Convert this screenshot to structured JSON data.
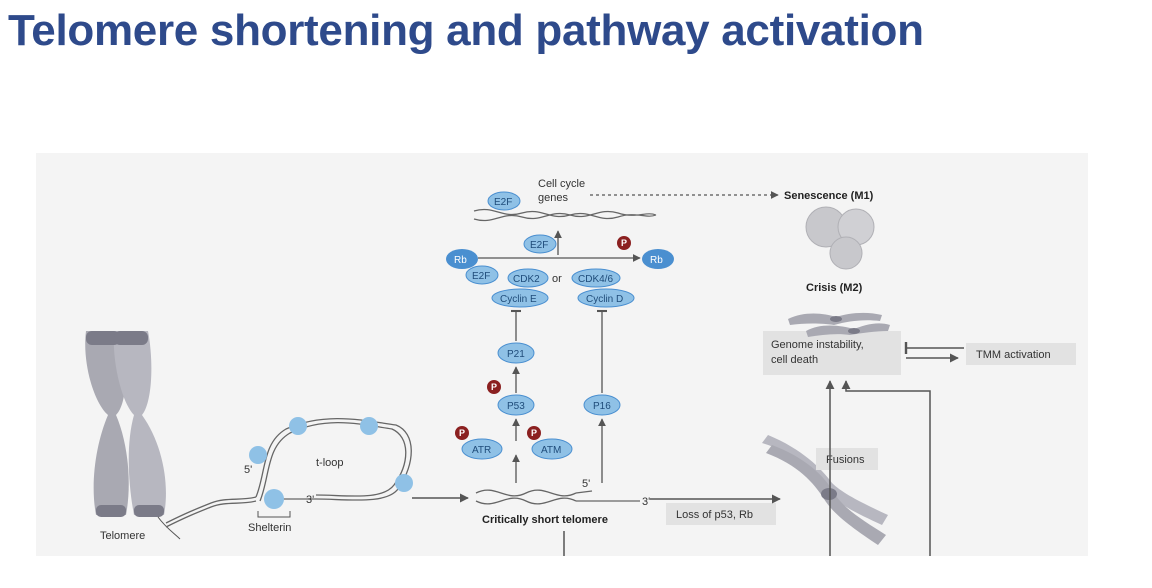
{
  "slide": {
    "title": "Telomere shortening and pathway activation"
  },
  "colors": {
    "title": "#2e4a8b",
    "protein_fill": "#8fc1e6",
    "protein_dark": "#4a8fd0",
    "phospho": "#8b2020",
    "chromosome": "#a9a9b2",
    "panel_bg": "#f4f4f4",
    "box_bg": "#e2e2e2"
  },
  "figure": {
    "labels": {
      "telomere": "Telomere",
      "shelterin": "Shelterin",
      "t_loop": "t-loop",
      "five_prime_loop": "5'",
      "three_prime_loop": "3'",
      "five_prime_dna": "5'",
      "three_prime_dna": "3'",
      "critically_short": "Critically short telomere",
      "loss_p53_rb": "Loss of p53, Rb",
      "fusions": "Fusions",
      "genome_instability_1": "Genome instability,",
      "genome_instability_2": "cell death",
      "tmm_activation": "TMM activation",
      "crisis": "Crisis (M2)",
      "senescence": "Senescence (M1)",
      "cell_cycle_1": "Cell cycle",
      "cell_cycle_2": "genes",
      "or": "or"
    },
    "proteins": {
      "atr": "ATR",
      "atm": "ATM",
      "p53": "P53",
      "p21": "P21",
      "p16": "P16",
      "cyclin_e": "Cyclin E",
      "cyclin_d": "Cyclin D",
      "cdk2": "CDK2",
      "cdk46": "CDK4/6",
      "e2f_bound": "E2F",
      "rb": "Rb",
      "rb_p": "Rb",
      "e2f_free": "E2F",
      "e2f_dna": "E2F",
      "phospho": "P"
    }
  }
}
